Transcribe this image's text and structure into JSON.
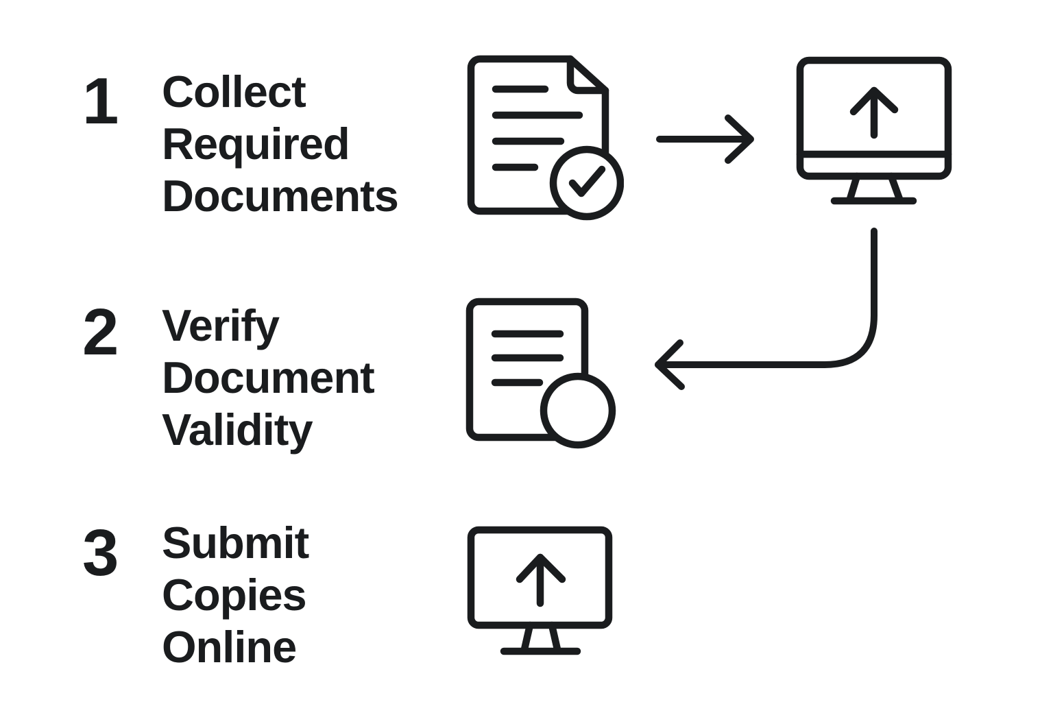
{
  "colors": {
    "ink": "#1a1c1e",
    "bg": "#ffffff"
  },
  "diagram": {
    "kind": "numbered-process-flow",
    "step_count": 3
  },
  "steps": [
    {
      "number": "1",
      "lines": [
        "Collect",
        "Required",
        "Documents"
      ],
      "icon": "document-check-icon"
    },
    {
      "number": "2",
      "lines": [
        "Verify",
        "Document",
        "Validity"
      ],
      "icon": "document-verify-circle-icon"
    },
    {
      "number": "3",
      "lines": [
        "Submit",
        "Copies",
        "Online"
      ],
      "icon": "monitor-upload-icon"
    }
  ],
  "aux_icons": [
    {
      "name": "upload-computer-icon",
      "description": "monitor with upward arrow"
    }
  ],
  "connectors": [
    {
      "name": "arrow-right-icon"
    },
    {
      "name": "arrow-curved-down-left-icon"
    }
  ]
}
